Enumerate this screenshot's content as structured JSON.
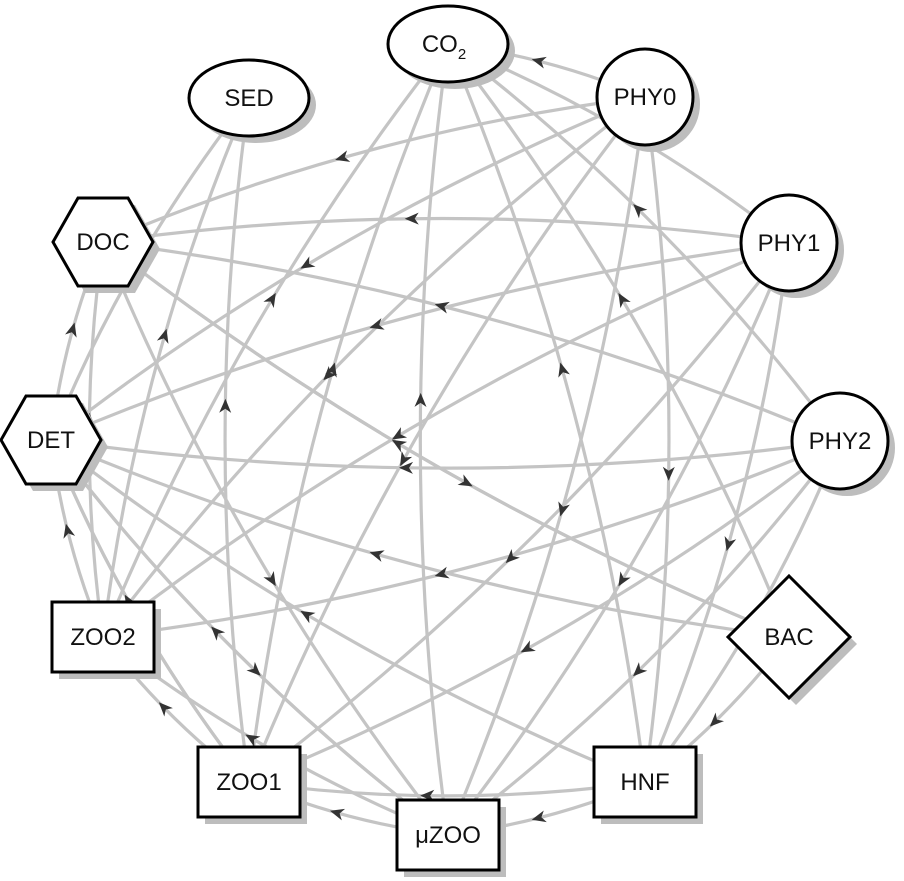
{
  "colors": {
    "edge": "#c4c4c4",
    "arrow": "#333333",
    "node_fill": "#ffffff",
    "node_stroke": "#000000",
    "shadow": "#bdbdbd"
  },
  "nodes": [
    {
      "id": "CO2",
      "label": "CO",
      "sub": "2",
      "shape": "ellipse"
    },
    {
      "id": "SED",
      "label": "SED",
      "shape": "ellipse"
    },
    {
      "id": "PHY0",
      "label": "PHY0",
      "shape": "circle"
    },
    {
      "id": "PHY1",
      "label": "PHY1",
      "shape": "circle"
    },
    {
      "id": "PHY2",
      "label": "PHY2",
      "shape": "circle"
    },
    {
      "id": "DOC",
      "label": "DOC",
      "shape": "hexagon"
    },
    {
      "id": "DET",
      "label": "DET",
      "shape": "hexagon"
    },
    {
      "id": "BAC",
      "label": "BAC",
      "shape": "diamond"
    },
    {
      "id": "ZOO2",
      "label": "ZOO2",
      "shape": "rect"
    },
    {
      "id": "ZOO1",
      "label": "ZOO1",
      "shape": "rect"
    },
    {
      "id": "uZOO",
      "label": "μZOO",
      "shape": "rect"
    },
    {
      "id": "HNF",
      "label": "HNF",
      "shape": "rect"
    }
  ],
  "edges": [
    [
      "PHY0",
      "CO2"
    ],
    [
      "PHY1",
      "CO2"
    ],
    [
      "PHY2",
      "CO2"
    ],
    [
      "BAC",
      "CO2"
    ],
    [
      "HNF",
      "CO2"
    ],
    [
      "uZOO",
      "CO2"
    ],
    [
      "ZOO1",
      "CO2"
    ],
    [
      "ZOO2",
      "CO2"
    ],
    [
      "DET",
      "SED"
    ],
    [
      "ZOO2",
      "SED"
    ],
    [
      "ZOO1",
      "SED"
    ],
    [
      "PHY0",
      "DOC"
    ],
    [
      "PHY1",
      "DOC"
    ],
    [
      "PHY2",
      "DOC"
    ],
    [
      "DET",
      "DOC"
    ],
    [
      "ZOO2",
      "DOC"
    ],
    [
      "BAC",
      "DOC"
    ],
    [
      "PHY0",
      "DET"
    ],
    [
      "PHY1",
      "DET"
    ],
    [
      "PHY2",
      "DET"
    ],
    [
      "ZOO2",
      "DET"
    ],
    [
      "ZOO1",
      "DET"
    ],
    [
      "uZOO",
      "DET"
    ],
    [
      "HNF",
      "DET"
    ],
    [
      "BAC",
      "DET"
    ],
    [
      "DOC",
      "BAC"
    ],
    [
      "BAC",
      "HNF"
    ],
    [
      "HNF",
      "uZOO"
    ],
    [
      "uZOO",
      "ZOO1"
    ],
    [
      "HNF",
      "ZOO1"
    ],
    [
      "PHY0",
      "uZOO"
    ],
    [
      "PHY1",
      "uZOO"
    ],
    [
      "PHY2",
      "uZOO"
    ],
    [
      "PHY0",
      "HNF"
    ],
    [
      "PHY1",
      "HNF"
    ],
    [
      "PHY2",
      "HNF"
    ],
    [
      "PHY0",
      "ZOO1"
    ],
    [
      "PHY1",
      "ZOO1"
    ],
    [
      "PHY2",
      "ZOO1"
    ],
    [
      "PHY0",
      "ZOO2"
    ],
    [
      "PHY1",
      "ZOO2"
    ],
    [
      "PHY2",
      "ZOO2"
    ],
    [
      "uZOO",
      "ZOO2"
    ],
    [
      "ZOO1",
      "ZOO2"
    ],
    [
      "DOC",
      "uZOO"
    ],
    [
      "DET",
      "uZOO"
    ],
    [
      "DET",
      "ZOO1"
    ]
  ]
}
